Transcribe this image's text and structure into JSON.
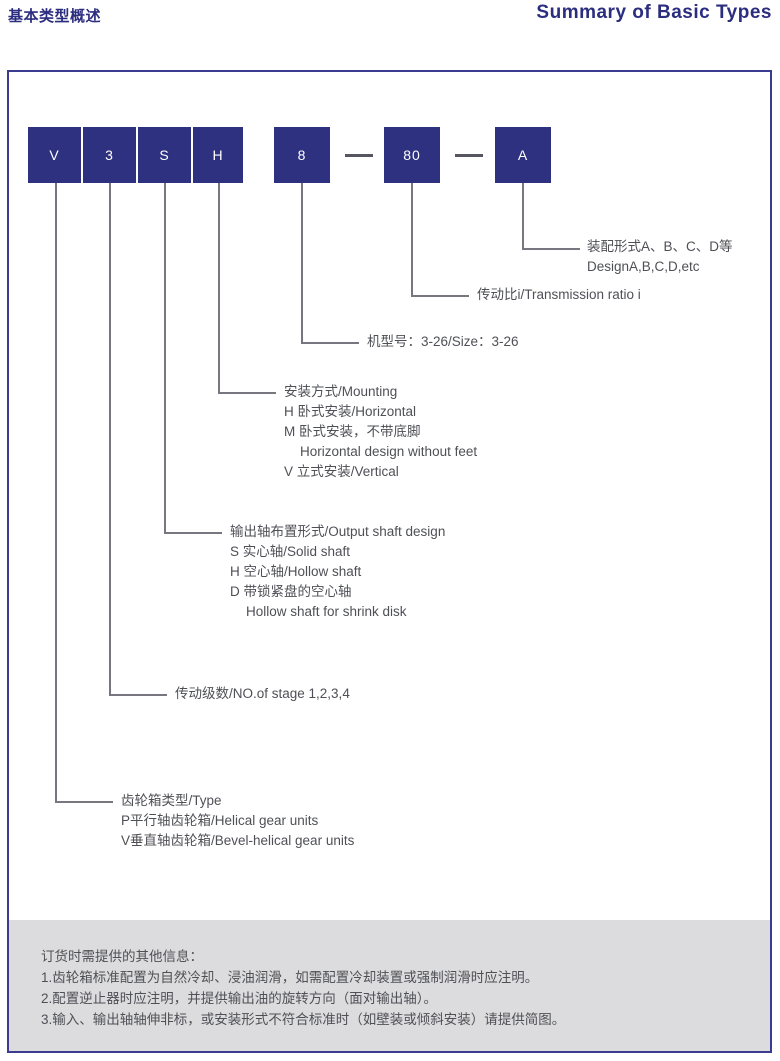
{
  "header": {
    "title_cn": "基本类型概述",
    "title_en": "Summary of Basic Types"
  },
  "colors": {
    "brand_blue": "#2b2d7f",
    "box_fill": "#2e3180",
    "border": "#3b3c8f",
    "leader_line": "#77787f",
    "notes_bg": "#dcdcde",
    "text_grey": "#4f5056"
  },
  "code": {
    "boxes": [
      {
        "label": "V",
        "group": "joined"
      },
      {
        "label": "3",
        "group": "joined"
      },
      {
        "label": "S",
        "group": "joined"
      },
      {
        "label": "H",
        "group": "joined"
      },
      {
        "label": "8",
        "group": "single"
      },
      {
        "label": "80",
        "group": "single"
      },
      {
        "label": "A",
        "group": "single"
      }
    ],
    "separators": [
      "—",
      "—"
    ]
  },
  "legends": {
    "design": {
      "l1": "装配形式A、B、C、D等",
      "l2": "DesignA,B,C,D,etc"
    },
    "ratio": {
      "l1": "传动比i/Transmission ratio i"
    },
    "size": {
      "l1": "机型号：3-26/Size：3-26"
    },
    "mounting": {
      "l1": "安装方式/Mounting",
      "l2": "H  卧式安装/Horizontal",
      "l3": "M  卧式安装，不带底脚",
      "l4": "Horizontal design without feet",
      "l5": "V  立式安装/Vertical"
    },
    "shaft": {
      "l1": "输出轴布置形式/Output shaft design",
      "l2": "S  实心轴/Solid shaft",
      "l3": "H  空心轴/Hollow shaft",
      "l4": "D  带锁紧盘的空心轴",
      "l5": "Hollow shaft for shrink disk"
    },
    "stages": {
      "l1": "传动级数/NO.of stage    1,2,3,4"
    },
    "type": {
      "l1": "齿轮箱类型/Type",
      "l2": "P平行轴齿轮箱/Helical gear units",
      "l3": "V垂直轴齿轮箱/Bevel-helical gear units"
    }
  },
  "notes": {
    "title": "订货时需提供的其他信息：",
    "l1": "1.齿轮箱标准配置为自然冷却、浸油润滑，如需配置冷却装置或强制润滑时应注明。",
    "l2": "2.配置逆止器时应注明，并提供输出油的旋转方向（面对输出轴）。",
    "l3": "3.输入、输出轴轴伸非标，或安装形式不符合标准时（如壁装或倾斜安装）请提供简图。"
  }
}
